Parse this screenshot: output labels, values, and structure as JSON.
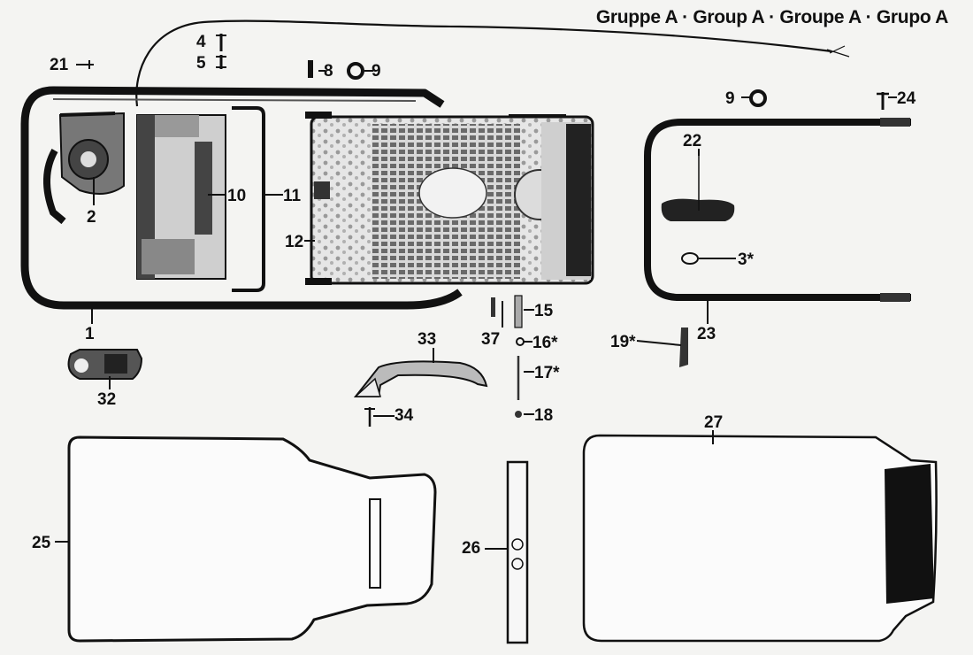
{
  "title": "Gruppe A · Group A · Groupe A · Grupo A",
  "parts": [
    {
      "id": "p1",
      "label": "1"
    },
    {
      "id": "p2",
      "label": "2"
    },
    {
      "id": "p3",
      "label": "3*"
    },
    {
      "id": "p4",
      "label": "4"
    },
    {
      "id": "p5",
      "label": "5"
    },
    {
      "id": "p8",
      "label": "8"
    },
    {
      "id": "p9a",
      "label": "9"
    },
    {
      "id": "p9b",
      "label": "9"
    },
    {
      "id": "p10",
      "label": "10"
    },
    {
      "id": "p11",
      "label": "11"
    },
    {
      "id": "p12",
      "label": "12"
    },
    {
      "id": "p15",
      "label": "15"
    },
    {
      "id": "p16",
      "label": "16*"
    },
    {
      "id": "p17",
      "label": "17*"
    },
    {
      "id": "p18",
      "label": "18"
    },
    {
      "id": "p19",
      "label": "19*"
    },
    {
      "id": "p21",
      "label": "21"
    },
    {
      "id": "p22",
      "label": "22"
    },
    {
      "id": "p23",
      "label": "23"
    },
    {
      "id": "p24",
      "label": "24"
    },
    {
      "id": "p25",
      "label": "25"
    },
    {
      "id": "p26",
      "label": "26"
    },
    {
      "id": "p27",
      "label": "27"
    },
    {
      "id": "p32",
      "label": "32"
    },
    {
      "id": "p33",
      "label": "33"
    },
    {
      "id": "p34",
      "label": "34"
    },
    {
      "id": "p37",
      "label": "37"
    }
  ]
}
